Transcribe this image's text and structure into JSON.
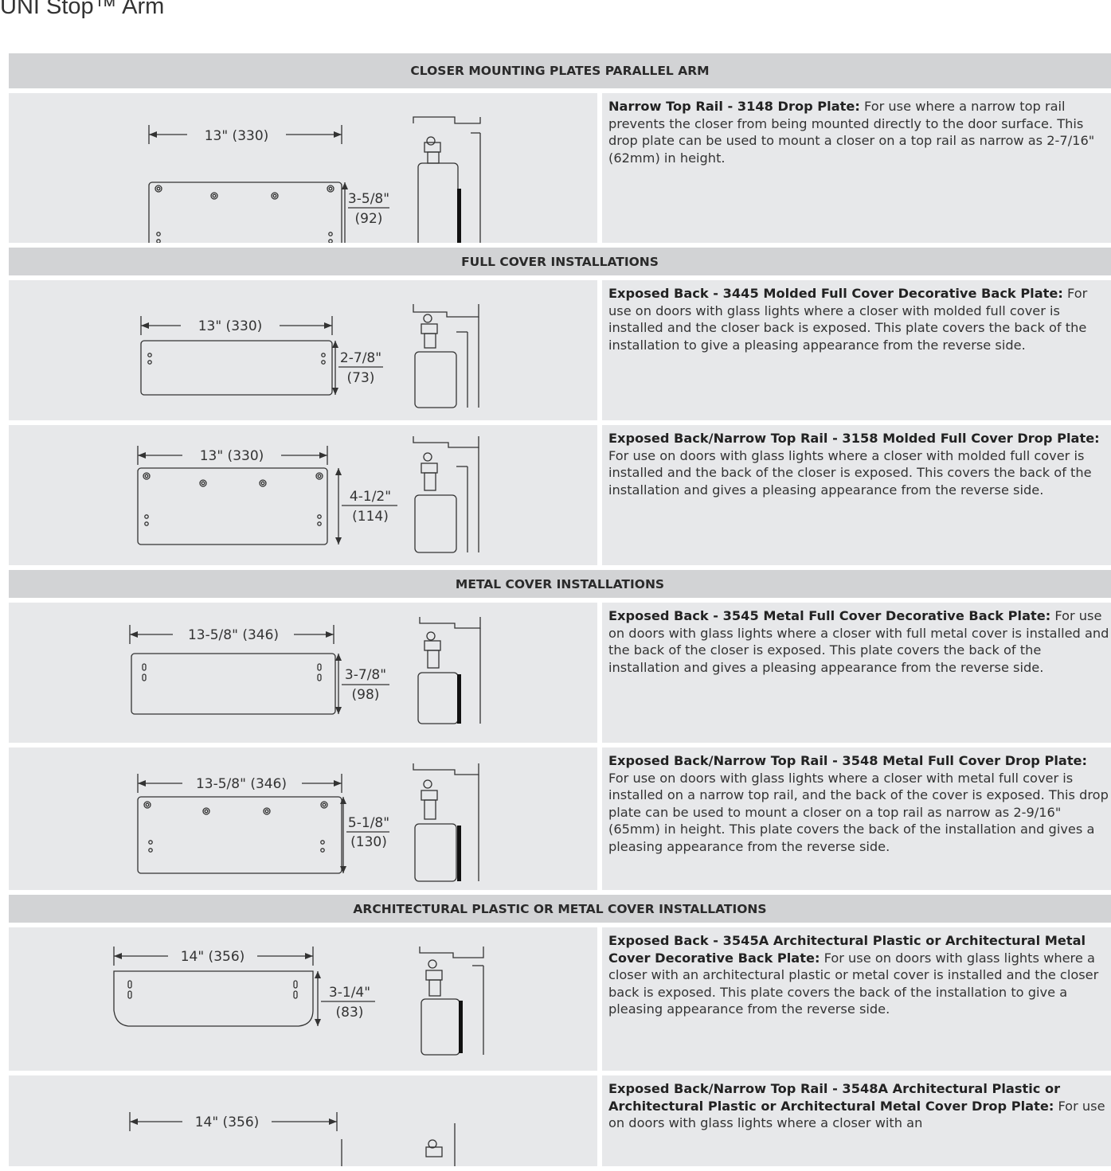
{
  "page_title": "UNI Stop™ Arm",
  "sections": [
    {
      "header": "CLOSER MOUNTING PLATES PARALLEL ARM",
      "rows": [
        {
          "width_label": "13\" (330)",
          "height_label": "3-5/8\"",
          "height_mm": "(92)",
          "title": "Narrow Top Rail - 3148 Drop Plate:",
          "body": " For use where a narrow top rail prevents the closer from being mounted directly to the door surface. This drop plate can be used to mount a closer on a top rail as narrow as 2-7/16\" (62mm) in height."
        }
      ]
    },
    {
      "header": "FULL COVER INSTALLATIONS",
      "rows": [
        {
          "width_label": "13\" (330)",
          "height_label": "2-7/8\"",
          "height_mm": "(73)",
          "title": "Exposed Back - 3445 Molded Full Cover Decorative Back Plate:",
          "body": " For use on doors with glass lights where a closer with molded full cover is installed and the closer back is exposed. This plate covers the back of the installation to give a pleasing appearance from the reverse side."
        },
        {
          "width_label": "13\" (330)",
          "height_label": "4-1/2\"",
          "height_mm": "(114)",
          "title": "Exposed Back/Narrow Top Rail - 3158 Molded Full Cover Drop Plate:",
          "body": "  For use on doors with glass lights where a closer with molded full cover is installed and the back of the closer is exposed.  This covers the back of the installation and gives a pleasing appearance from the reverse side."
        }
      ]
    },
    {
      "header": "METAL COVER INSTALLATIONS",
      "rows": [
        {
          "width_label": "13-5/8\" (346)",
          "height_label": "3-7/8\"",
          "height_mm": "(98)",
          "title": "Exposed Back - 3545 Metal Full Cover Decorative Back Plate:",
          "body": " For use on doors with glass lights where a closer with full metal cover is installed and the back of the closer is exposed. This plate covers the back of the installation and gives a pleasing appearance from the reverse side."
        },
        {
          "width_label": "13-5/8\" (346)",
          "height_label": "5-1/8\"",
          "height_mm": "(130)",
          "title": "Exposed Back/Narrow Top Rail - 3548 Metal Full Cover Drop Plate:",
          "body": " For use on doors with glass lights where a closer with metal full cover is installed on a narrow top rail, and the back of the cover is exposed. This drop plate can be used to mount a closer on a top rail as narrow as 2-9/16\" (65mm) in height. This plate covers the back of the installation and gives a pleasing appearance from the reverse side."
        }
      ]
    },
    {
      "header": "ARCHITECTURAL PLASTIC OR METAL COVER INSTALLATIONS",
      "rows": [
        {
          "width_label": "14\" (356)",
          "height_label": "3-1/4\"",
          "height_mm": "(83)",
          "title": "Exposed Back - 3545A Architectural Plastic or Architectural Metal Cover Decorative Back Plate:",
          "body": " For use on doors with glass lights where a closer with an architectural plastic or metal cover is installed and the closer back is exposed. This plate covers the back of the installation to give a pleasing appearance from the reverse side."
        },
        {
          "width_label": "14\" (356)",
          "height_label": "",
          "height_mm": "",
          "title": "Exposed Back/Narrow Top Rail - 3548A Architectural Plastic or Architectural Plastic or Architectural Metal Cover Drop Plate:",
          "body": " For use on doors with glass lights where a closer with an"
        }
      ]
    }
  ]
}
